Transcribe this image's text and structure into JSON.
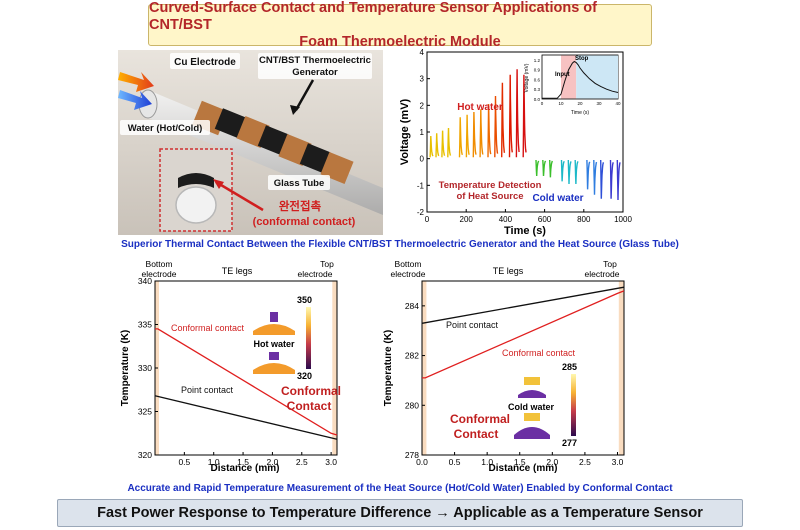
{
  "title": {
    "line1": "Curved-Surface Contact and Temperature Sensor Applications of CNT/BST",
    "line2": "Foam Thermoelectric Module"
  },
  "photo": {
    "cu_electrode": "Cu Electrode",
    "generator_line1": "CNT/BST Thermoelectric",
    "generator_line2": "Generator",
    "water": "Water (Hot/Cold)",
    "glass_tube": "Glass Tube",
    "korean": "완전접촉",
    "conformal": "(conformal contact)"
  },
  "caption_top": "Superior Thermal Contact Between the Flexible CNT/BST Thermoelectric Generator and the Heat Source (Glass Tube)",
  "caption_bottom": "Accurate and Rapid Temperature Measurement of the Heat Source (Hot/Cold Water) Enabled by Conformal Contact",
  "footer": "Fast Power Response to Temperature Difference → Applicable as a Temperature Sensor",
  "voltage_chart": {
    "ylabel": "Voltage (mV)",
    "xlabel": "Time (s)",
    "yticks": [
      "-2",
      "-1",
      "0",
      "1",
      "2",
      "3",
      "4"
    ],
    "xticks": [
      "0",
      "200",
      "400",
      "600",
      "800",
      "1000"
    ],
    "hot_water": "Hot water",
    "cold_water": "Cold water",
    "detect_line1": "Temperature Detection",
    "detect_line2": "of Heat Source",
    "inset": {
      "ylabel": "Voltage (mV)",
      "xlabel": "Time (s)",
      "input": "Input",
      "stop": "Stop",
      "yticks": [
        "0.0",
        "0.3",
        "0.6",
        "0.9",
        "1.2"
      ],
      "xticks": [
        "0",
        "10",
        "20",
        "30",
        "40"
      ]
    }
  },
  "left_chart": {
    "bottom_electrode_1": "Bottom",
    "bottom_electrode_2": "electrode",
    "te_legs": "TE legs",
    "top_electrode_1": "Top",
    "top_electrode_2": "electrode",
    "ylabel": "Temperature (K)",
    "xlabel": "Distance (mm)",
    "yticks": [
      "320",
      "325",
      "330",
      "335",
      "340"
    ],
    "xticks": [
      "0.5",
      "1.0",
      "1.5",
      "2.0",
      "2.5",
      "3.0"
    ],
    "conformal_label": "Conformal contact",
    "point_label": "Point contact",
    "big_1": "Conformal",
    "big_2": "Contact",
    "water_label": "Hot water",
    "cbar_max": "350",
    "cbar_min": "320"
  },
  "right_chart": {
    "bottom_electrode_1": "Bottom",
    "bottom_electrode_2": "electrode",
    "te_legs": "TE legs",
    "top_electrode_1": "Top",
    "top_electrode_2": "electrode",
    "ylabel": "Temperature (K)",
    "xlabel": "Distance (mm)",
    "yticks": [
      "278",
      "280",
      "282",
      "284"
    ],
    "xticks": [
      "0.0",
      "0.5",
      "1.0",
      "1.5",
      "2.0",
      "2.5",
      "3.0"
    ],
    "conformal_label": "Conformal contact",
    "point_label": "Point contact",
    "big_1": "Conformal",
    "big_2": "Contact",
    "water_label": "Cold water",
    "cbar_max": "285",
    "cbar_min": "277"
  },
  "chart_data": [
    {
      "type": "line",
      "xlabel": "Time (s)",
      "ylabel": "Voltage (mV)",
      "xlim": [
        0,
        1000
      ],
      "ylim": [
        -2,
        4
      ],
      "peaks": [
        {
          "t": 20,
          "v": 0.8
        },
        {
          "t": 50,
          "v": 0.9
        },
        {
          "t": 80,
          "v": 1.0
        },
        {
          "t": 110,
          "v": 1.1
        },
        {
          "t": 170,
          "v": 1.5
        },
        {
          "t": 205,
          "v": 1.6
        },
        {
          "t": 240,
          "v": 1.7
        },
        {
          "t": 275,
          "v": 1.8
        },
        {
          "t": 315,
          "v": 2.0
        },
        {
          "t": 350,
          "v": 2.3
        },
        {
          "t": 385,
          "v": 2.8
        },
        {
          "t": 425,
          "v": 3.1
        },
        {
          "t": 460,
          "v": 3.3
        },
        {
          "t": 495,
          "v": 3.1
        },
        {
          "t": 560,
          "v": -0.6
        },
        {
          "t": 595,
          "v": -0.6
        },
        {
          "t": 630,
          "v": -0.65
        },
        {
          "t": 690,
          "v": -0.8
        },
        {
          "t": 725,
          "v": -0.9
        },
        {
          "t": 760,
          "v": -0.9
        },
        {
          "t": 820,
          "v": -1.1
        },
        {
          "t": 855,
          "v": -1.3
        },
        {
          "t": 890,
          "v": -1.45
        },
        {
          "t": 940,
          "v": -1.45
        },
        {
          "t": 975,
          "v": -1.5
        }
      ]
    },
    {
      "type": "line",
      "xlabel": "Time (s)",
      "ylabel": "Voltage (mV)",
      "xlim": [
        0,
        40
      ],
      "ylim": [
        0,
        1.35
      ],
      "x": [
        0,
        8,
        10,
        12,
        14,
        16,
        17,
        18,
        19,
        20,
        22,
        25,
        28,
        31,
        34,
        37,
        40
      ],
      "y": [
        0.02,
        0.02,
        0.15,
        0.55,
        0.9,
        1.1,
        1.15,
        1.12,
        1.05,
        0.95,
        0.8,
        0.62,
        0.48,
        0.38,
        0.3,
        0.24,
        0.2
      ],
      "shaded": [
        {
          "from": 10,
          "to": 18,
          "label": "Input"
        },
        {
          "from": 18,
          "to": 40,
          "label": "Stop"
        }
      ]
    },
    {
      "type": "line",
      "xlabel": "Distance (mm)",
      "ylabel": "Temperature (K)",
      "xlim": [
        0,
        3.1
      ],
      "ylim": [
        320,
        340
      ],
      "series": [
        {
          "name": "Conformal contact",
          "x": [
            0,
            0.05,
            3.0,
            3.1
          ],
          "y": [
            334.5,
            334.5,
            322.5,
            322.3
          ]
        },
        {
          "name": "Point contact",
          "x": [
            0,
            3.1
          ],
          "y": [
            326.8,
            321.8
          ]
        }
      ]
    },
    {
      "type": "line",
      "xlabel": "Distance (mm)",
      "ylabel": "Temperature (K)",
      "xlim": [
        0,
        3.1
      ],
      "ylim": [
        278,
        285
      ],
      "series": [
        {
          "name": "Conformal contact",
          "x": [
            0,
            0.05,
            3.0,
            3.1
          ],
          "y": [
            281.1,
            281.1,
            284.5,
            284.6
          ]
        },
        {
          "name": "Point contact",
          "x": [
            0,
            3.1
          ],
          "y": [
            283.3,
            284.75
          ]
        }
      ]
    }
  ]
}
